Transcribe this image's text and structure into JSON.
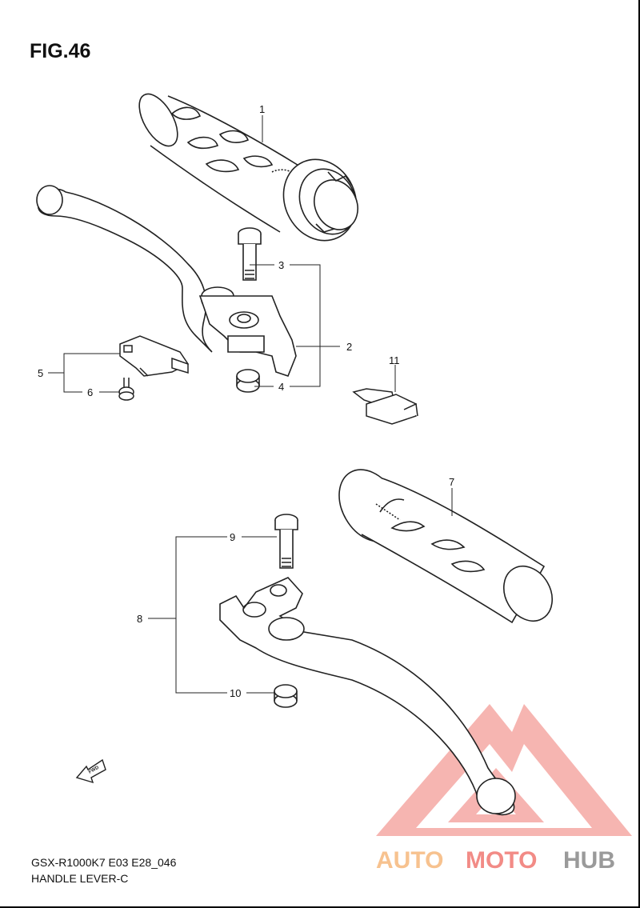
{
  "figure": {
    "title": "FIG.46",
    "model_code": "GSX-R1000K7 E03 E28_046",
    "section_name": "HANDLE LEVER-C"
  },
  "callouts": [
    "1",
    "2",
    "3",
    "4",
    "5",
    "6",
    "7",
    "8",
    "9",
    "10",
    "11"
  ],
  "fwd_label": "FWD",
  "watermark": {
    "part1": "AUTO",
    "part2": "MOTO",
    "part3": "HUB",
    "color_orange": "#f7c28f",
    "color_red": "#f28b86",
    "color_gray": "#9a9a9a"
  }
}
